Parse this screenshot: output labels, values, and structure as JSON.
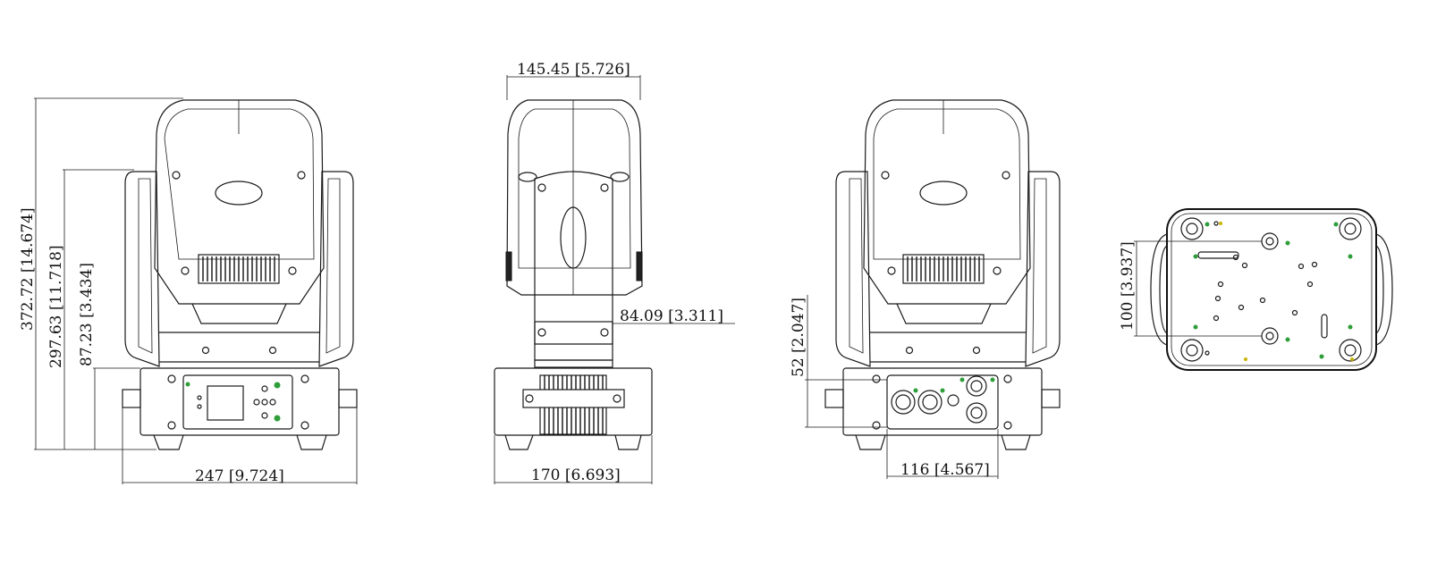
{
  "dimensions": {
    "front": {
      "total_height": "372.72 [14.674]",
      "arm_height": "297.63 [11.718]",
      "base_height": "87.23 [3.434]",
      "width": "247 [9.724]"
    },
    "side": {
      "head_width": "145.45 [5.726]",
      "yoke_offset": "84.09 [3.311]",
      "base_width": "170 [6.693]"
    },
    "rear": {
      "panel_height": "52 [2.047]",
      "panel_width": "116 [4.567]"
    },
    "bottom": {
      "mount_spacing": "100 [3.937]"
    }
  },
  "colors": {
    "line": "#1a1a1a",
    "indicator_green": "#2e9e3a",
    "indicator_yellow": "#c8b400"
  }
}
